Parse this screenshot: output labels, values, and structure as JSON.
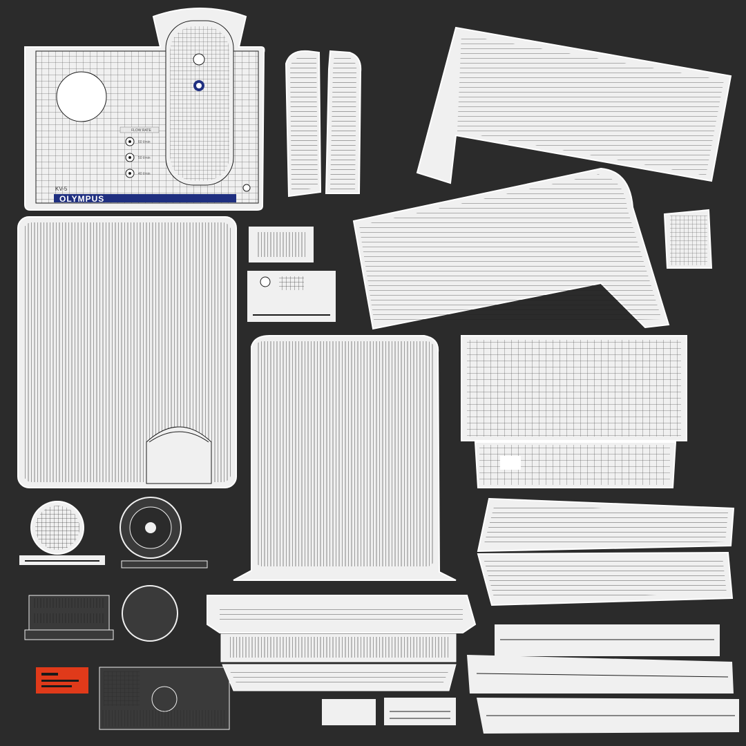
{
  "atlas": {
    "background": "#2b2b2b",
    "island_fill": "#f0f0f0",
    "wire_color": "#1a1a1a",
    "brand_color": "#1f2f80",
    "accent_color": "#e03a1a"
  },
  "labels": {
    "flow_rate": "FLOW RATE",
    "model": "KV-5",
    "brand": "OLYMPUS",
    "rate_1": "60 l/min",
    "rate_2": "50 l/min",
    "rate_3": "40 l/min"
  },
  "icons": {
    "knob": "dial-knob-icon",
    "logo": "olympus-logo-icon"
  }
}
